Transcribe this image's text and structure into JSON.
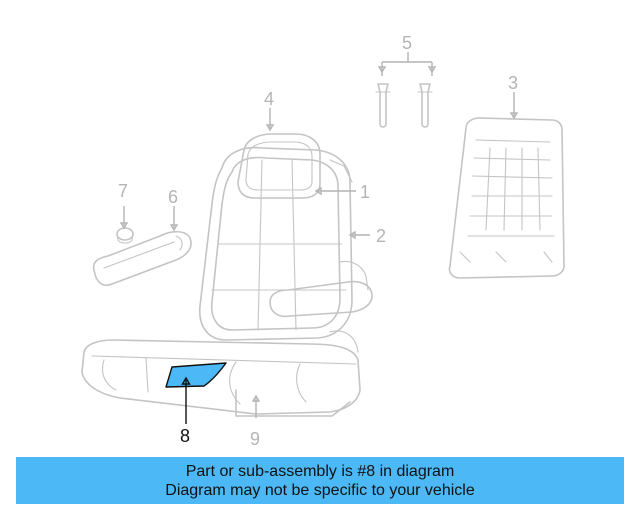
{
  "callouts": {
    "c1": "1",
    "c2": "2",
    "c3": "3",
    "c4": "4",
    "c5": "5",
    "c6": "6",
    "c7": "7",
    "c8": "8",
    "c9": "9"
  },
  "highlight": {
    "part": "8",
    "color": "#4cb8f5"
  },
  "banner": {
    "line1": "Part or sub-assembly is #8 in diagram",
    "line2": "Diagram may not be specific to your vehicle",
    "color": "#4cb8f5"
  }
}
